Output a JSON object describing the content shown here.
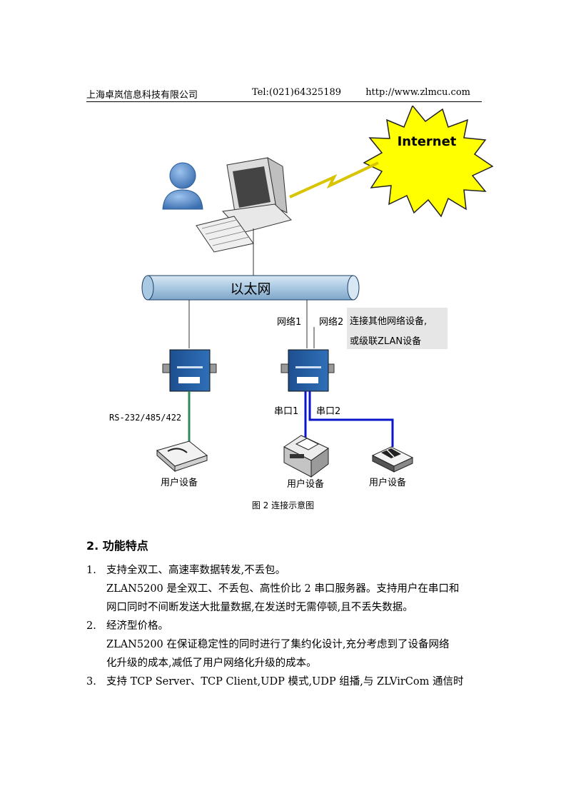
{
  "header": {
    "company": "上海卓岚信息科技有限公司",
    "tel": "Tel:(021)64325189",
    "website": "http://www.zlmcu.com"
  },
  "diagram": {
    "internet_label": "Internet",
    "ethernet_label": "以太网",
    "net1_label": "网络1",
    "net2_label": "网络2",
    "note_line1": "连接其他网络设备,",
    "note_line2": "或级联ZLAN设备",
    "rs_label": "RS-232/485/422",
    "serial1_label": "串口1",
    "serial2_label": "串口2",
    "device_left": "用户设备",
    "device_mid": "用户设备",
    "device_right": "用户设备",
    "colors": {
      "serial_line": "#0a14c8",
      "rs_line": "#2e8b57",
      "pipe": "#a9c8e2",
      "internet": "#ffff00"
    }
  },
  "caption": "图 2 连接示意图",
  "section": {
    "title": "2.  功能特点"
  },
  "list": [
    {
      "num": "1.",
      "lines": [
        "支持全双工、高速率数据转发,不丢包。",
        "ZLAN5200 是全双工、不丢包、高性价比 2 串口服务器。支持用户在串口和",
        "网口同时不间断发送大批量数据,在发送时无需停顿,且不丢失数据。"
      ]
    },
    {
      "num": "2.",
      "lines": [
        "经济型价格。",
        "ZLAN5200 在保证稳定性的同时进行了集约化设计,充分考虑到了设备网络",
        "化升级的成本,减低了用户网络化升级的成本。"
      ]
    },
    {
      "num": "3.",
      "lines": [
        "支持 TCP Server、TCP Client,UDP 模式,UDP 组播,与 ZLVirCom 通信时"
      ]
    }
  ]
}
